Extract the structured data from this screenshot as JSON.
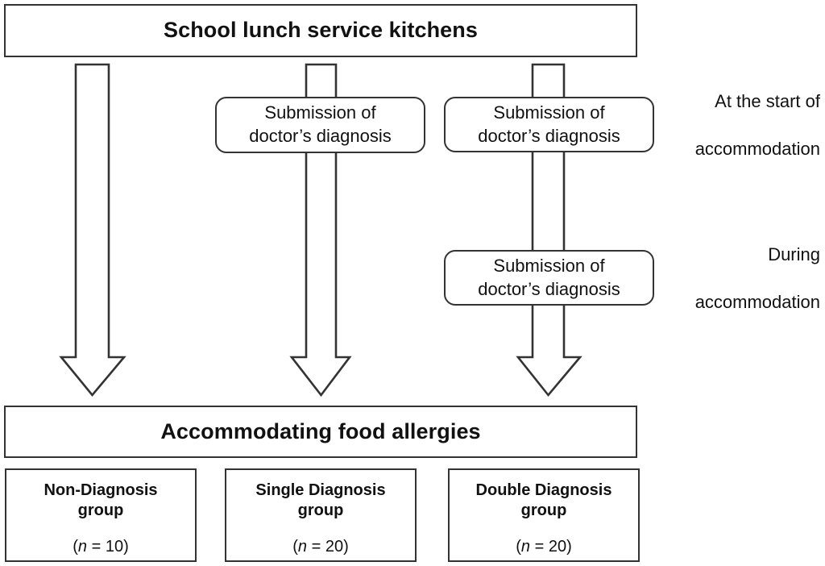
{
  "figure": {
    "type": "flow-diagram",
    "title_box": {
      "label": "School lunch service kitchens"
    },
    "outcome_box": {
      "label": "Accommodating food allergies"
    },
    "submission_boxes": [
      {
        "id": "single-at-start",
        "label": "Submission of\ndoctor’s diagnosis",
        "line1": "Submission of",
        "line2": "doctor’s diagnosis"
      },
      {
        "id": "double-at-start",
        "label": "Submission of\ndoctor’s diagnosis",
        "line1": "Submission of",
        "line2": "doctor’s diagnosis"
      },
      {
        "id": "double-during",
        "label": "Submission of\ndoctor’s diagnosis",
        "line1": "Submission of",
        "line2": "doctor’s diagnosis"
      }
    ],
    "stage_labels": [
      {
        "id": "at-start",
        "line1": "At the start of",
        "line2": "accommodation"
      },
      {
        "id": "during",
        "line1": "During",
        "line2": "accommodation"
      }
    ],
    "groups": [
      {
        "id": "non-diagnosis",
        "title_line1": "Non-Diagnosis",
        "title_line2": "group",
        "n_open": "(",
        "n_symbol": "n",
        "n_value": " = 10)"
      },
      {
        "id": "single-diagnosis",
        "title_line1": "Single Diagnosis",
        "title_line2": "group",
        "n_open": "(",
        "n_symbol": "n",
        "n_value": " = 20)"
      },
      {
        "id": "double-diagnosis",
        "title_line1": "Double Diagnosis",
        "title_line2": "group",
        "n_open": "(",
        "n_symbol": "n",
        "n_value": " = 20)"
      }
    ],
    "arrows": [
      {
        "id": "arrow-non-diagnosis"
      },
      {
        "id": "arrow-single-diagnosis"
      },
      {
        "id": "arrow-double-diagnosis"
      }
    ],
    "colors": {
      "stroke": "#333333",
      "fill": "#ffffff",
      "text": "#111111"
    }
  }
}
